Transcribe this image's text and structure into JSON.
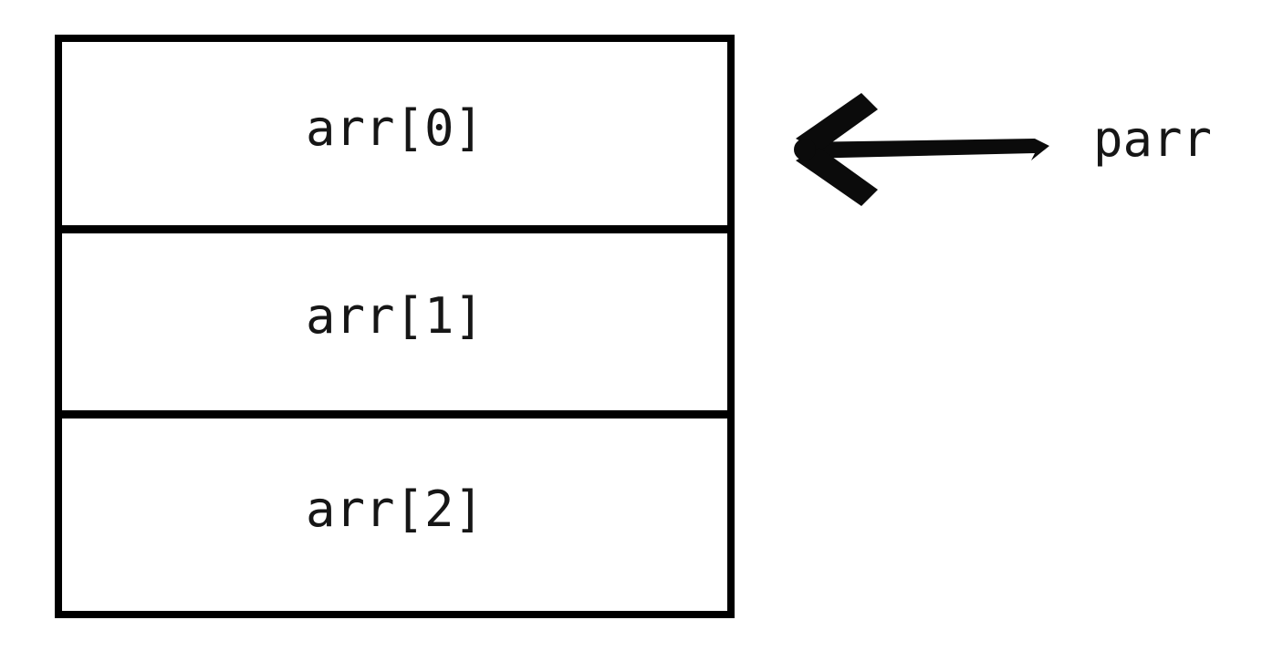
{
  "diagram": {
    "title": "array-pointer-diagram",
    "background_color": "#ffffff",
    "stroke_color": "#000000",
    "text_color": "#161616"
  },
  "array": {
    "name": "arr",
    "cell_count": 3,
    "cells": [
      {
        "label": "arr[0]",
        "index": 0
      },
      {
        "label": "arr[1]",
        "index": 1
      },
      {
        "label": "arr[2]",
        "index": 2
      }
    ]
  },
  "pointer": {
    "label": "parr",
    "arrow_direction": "left",
    "arrow_icon": "arrow-left-icon",
    "points_to": "arr[0]"
  }
}
